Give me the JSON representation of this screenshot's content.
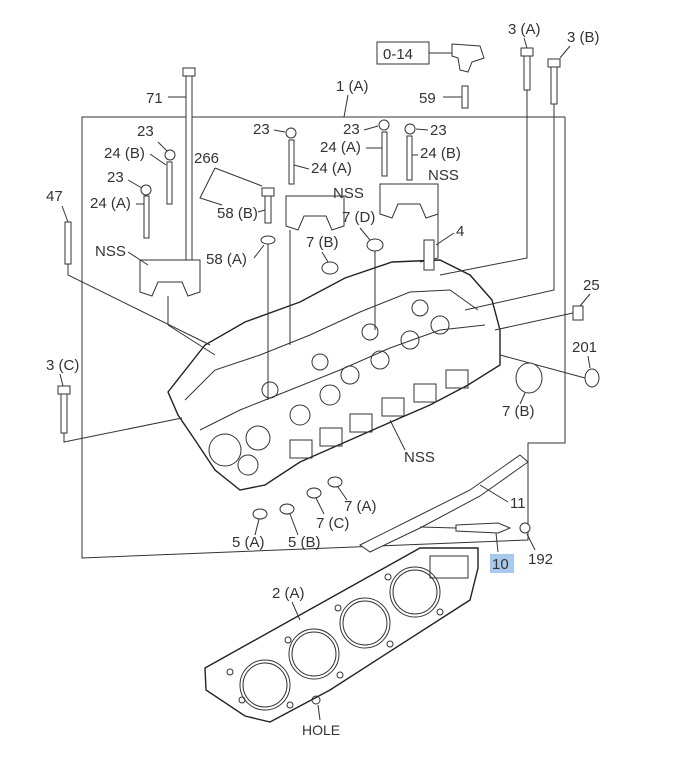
{
  "labels": {
    "sec_ref": "0-14",
    "l_1a": "1 (A)",
    "l_59": "59",
    "l_71": "71",
    "l_3a": "3 (A)",
    "l_3b": "3 (B)",
    "l_23_a": "23",
    "l_24b_a": "24 (B)",
    "l_23_b": "23",
    "l_24a_a": "24 (A)",
    "l_266": "266",
    "l_58b": "58 (B)",
    "l_58a": "58 (A)",
    "l_23_c": "23",
    "l_24a_b": "24 (A)",
    "l_nss_a": "NSS",
    "l_23_d": "23",
    "l_24a_c": "24 (A)",
    "l_23_e": "23",
    "l_24b_b": "24 (B)",
    "l_nss_b": "NSS",
    "l_7d": "7 (D)",
    "l_7b_a": "7 (B)",
    "l_4": "4",
    "l_47": "47",
    "l_nss_c": "NSS",
    "l_25": "25",
    "l_201": "201",
    "l_3c": "3 (C)",
    "l_7b_b": "7 (B)",
    "l_nss_d": "NSS",
    "l_11": "11",
    "l_7a": "7 (A)",
    "l_7c": "7 (C)",
    "l_5a": "5 (A)",
    "l_5b": "5 (B)",
    "l_10": "10",
    "l_192": "192",
    "l_2a": "2 (A)",
    "l_hole": "HOLE"
  },
  "colors": {
    "line": "#333333",
    "highlight": "#a8c8ec"
  }
}
